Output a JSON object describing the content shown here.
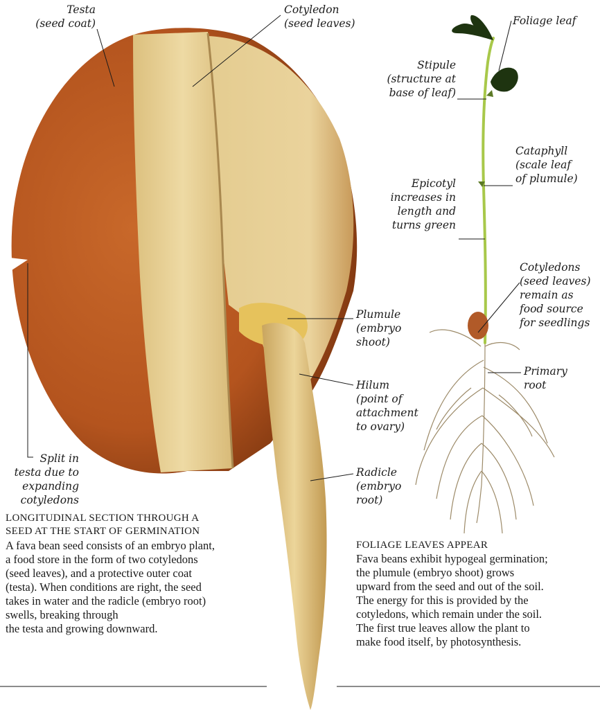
{
  "labels": {
    "testa": [
      "Testa",
      "(seed coat)"
    ],
    "cotyledon": [
      "Cotyledon",
      "(seed leaves)"
    ],
    "foliage_leaf": [
      "Foliage leaf"
    ],
    "stipule": [
      "Stipule",
      "(structure at",
      "base of leaf)"
    ],
    "cataphyll": [
      "Cataphyll",
      "(scale leaf",
      "of plumule)"
    ],
    "epicotyl": [
      "Epicotyl",
      "increases in",
      "length and",
      "turns green"
    ],
    "cotyledons_seedling": [
      "Cotyledons",
      "(seed leaves)",
      "remain as",
      "food source",
      "for seedlings"
    ],
    "plumule": [
      "Plumule",
      "(embryo",
      "shoot)"
    ],
    "primary_root": [
      "Primary",
      "root"
    ],
    "hilum": [
      "Hilum",
      "(point of",
      "attachment",
      "to ovary)"
    ],
    "split": [
      "Split in",
      "testa due to",
      "expanding",
      "cotyledons"
    ],
    "radicle": [
      "Radicle",
      "(embryo",
      "root)"
    ]
  },
  "left_panel": {
    "heading": [
      "LONGITUDINAL SECTION THROUGH A",
      "SEED AT THE START OF GERMINATION"
    ],
    "body": [
      "A fava bean seed consists of an embryo plant,",
      "a food store in the form of two cotyledons",
      "(seed leaves), and a protective outer coat",
      "(testa). When conditions are right, the seed",
      "takes in water and the radicle (embryo root)",
      "swells, breaking through",
      "the testa and growing downward."
    ]
  },
  "right_panel": {
    "heading": [
      "FOLIAGE LEAVES APPEAR"
    ],
    "body": [
      "Fava beans exhibit hypogeal germination;",
      "the plumule (embryo shoot) grows",
      "upward from the seed and out of the soil.",
      "The energy for this is provided by the",
      "cotyledons, which remain under the soil.",
      "The first true leaves allow the plant to",
      "make food itself, by photosynthesis."
    ]
  },
  "colors": {
    "testa": "#b4541e",
    "cotyledon": "#e8cf92",
    "stem": "#a8c84a",
    "leaf": "#1e3410",
    "root": "#9c8a68"
  }
}
